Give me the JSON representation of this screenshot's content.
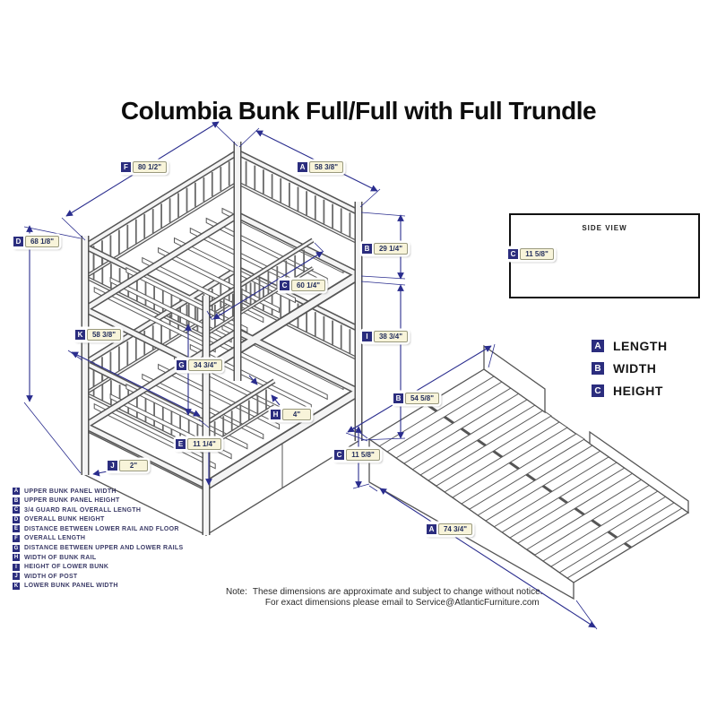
{
  "title": "Columbia Bunk Full/Full with Full Trundle",
  "side_view": {
    "title": "SIDE VIEW"
  },
  "abc_legend": [
    {
      "letter": "A",
      "label": "LENGTH"
    },
    {
      "letter": "B",
      "label": "WIDTH"
    },
    {
      "letter": "C",
      "label": "HEIGHT"
    }
  ],
  "dim_labels": [
    {
      "letter": "F",
      "value": "80 1/2\""
    },
    {
      "letter": "A",
      "value": "58 3/8\""
    },
    {
      "letter": "D",
      "value": "68 1/8\""
    },
    {
      "letter": "B",
      "value": "29 1/4\""
    },
    {
      "letter": "C",
      "value": "60 1/4\""
    },
    {
      "letter": "K",
      "value": "58 3/8\""
    },
    {
      "letter": "I",
      "value": "38 3/4\""
    },
    {
      "letter": "G",
      "value": "34 3/4\""
    },
    {
      "letter": "H",
      "value": "4\""
    },
    {
      "letter": "E",
      "value": "11 1/4\""
    },
    {
      "letter": "J",
      "value": "2\""
    },
    {
      "letter": "B",
      "value": "54 5/8\""
    },
    {
      "letter": "C",
      "value": "11 5/8\""
    },
    {
      "letter": "A",
      "value": "74 3/4\""
    },
    {
      "letter": "C",
      "value": "11 5/8\""
    }
  ],
  "legend": [
    {
      "letter": "A",
      "label": "UPPER BUNK PANEL WIDTH"
    },
    {
      "letter": "B",
      "label": "UPPER BUNK PANEL HEIGHT"
    },
    {
      "letter": "C",
      "label": "3/4 GUARD RAIL OVERALL LENGTH"
    },
    {
      "letter": "D",
      "label": "OVERALL BUNK HEIGHT"
    },
    {
      "letter": "E",
      "label": "DISTANCE BETWEEN LOWER RAIL AND FLOOR"
    },
    {
      "letter": "F",
      "label": "OVERALL LENGTH"
    },
    {
      "letter": "G",
      "label": "DISTANCE BETWEEN UPPER AND LOWER RAILS"
    },
    {
      "letter": "H",
      "label": "WIDTH OF BUNK RAIL"
    },
    {
      "letter": "I",
      "label": "HEIGHT OF LOWER BUNK"
    },
    {
      "letter": "J",
      "label": "WIDTH OF POST"
    },
    {
      "letter": "K",
      "label": "LOWER BUNK PANEL WIDTH"
    }
  ],
  "note": {
    "prefix": "Note:",
    "line1": "These dimensions are approximate and subject to change without notice.",
    "line2": "For exact dimensions please email to Service@AtlanticFurniture.com"
  }
}
